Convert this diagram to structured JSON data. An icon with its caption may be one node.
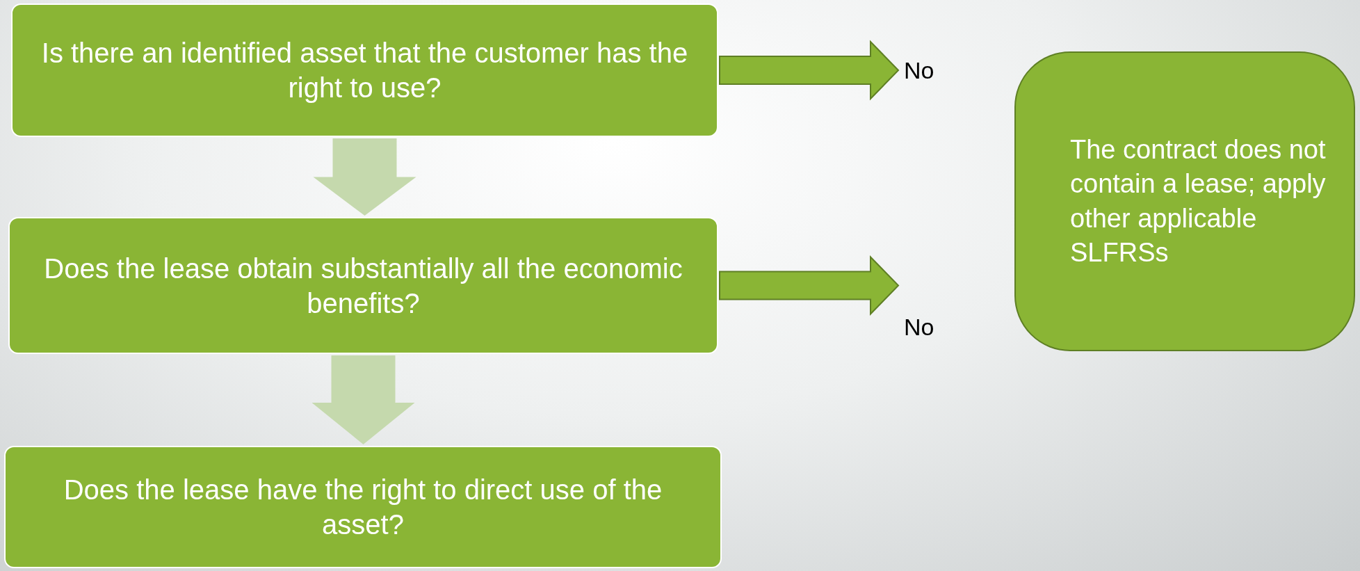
{
  "diagram": {
    "nodes": [
      {
        "text": [
          "Is there an identified asset that the customer has the right to use?"
        ]
      },
      {
        "text": [
          "No"
        ]
      },
      {
        "text": [
          "The contract does not contain a lease; apply other applicable SLFRSs"
        ]
      },
      {
        "text": [
          "Does the lease obtain substantially all the economic benefits?"
        ]
      },
      {
        "text": [
          "No"
        ]
      },
      {
        "text": [
          "Does the lease have the right to direct use of the asset?"
        ]
      }
    ],
    "edges": [
      {
        "from": 0,
        "to": 3,
        "arrow": "to",
        "style": "thick",
        "color": "#c5d9ad"
      },
      {
        "from": 3,
        "to": 5,
        "arrow": "to",
        "style": "thick",
        "color": "#c5d9ad"
      },
      {
        "from": 0,
        "to": 1,
        "arrow": "to",
        "style": "thick",
        "color": "#8ab535"
      },
      {
        "from": 3,
        "to": 4,
        "arrow": "to",
        "style": "thick",
        "color": "#8ab535"
      }
    ]
  }
}
